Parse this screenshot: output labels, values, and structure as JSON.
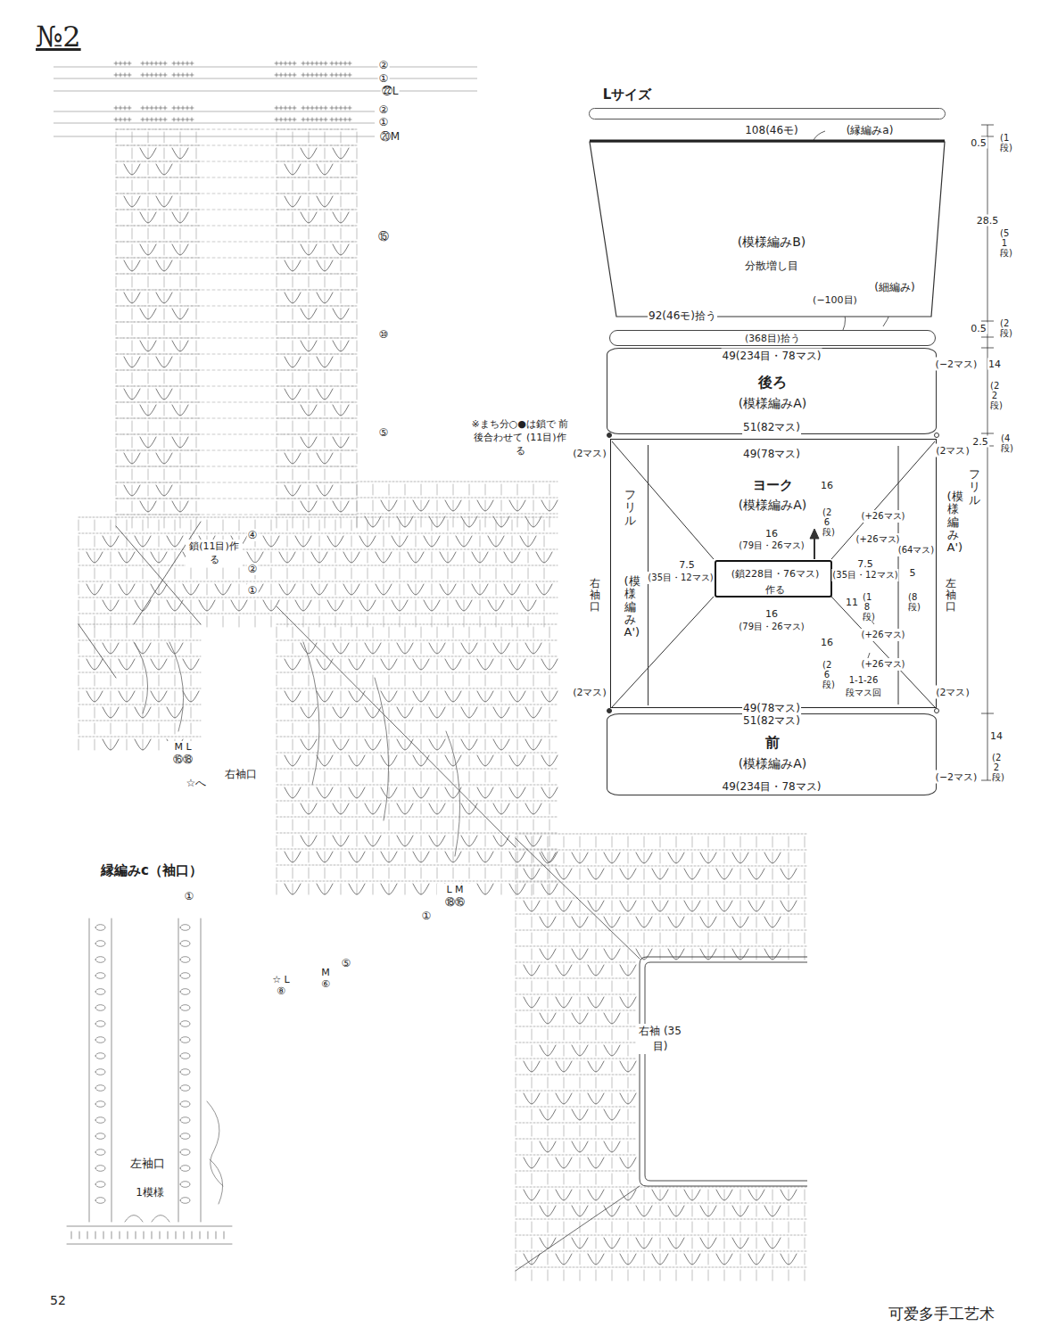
{
  "diagram": {
    "title": "№2",
    "nodes": [
      {
        "text": [
          "108(46モ)"
        ]
      },
      {
        "text": [
          "(模様編みB)",
          "分散増し目"
        ]
      },
      {
        "text": [
          "(368目)拾う"
        ]
      },
      {
        "text": [
          "後ろ",
          "(模様編みA)"
        ]
      },
      {
        "text": [
          "ヨーク",
          "(模様編みA)"
        ]
      },
      {
        "text": [
          "(鎖228目・76マス)",
          "作る"
        ],
        "in": 4
      },
      {
        "text": [
          "フリル",
          "(模様編みA')"
        ],
        "in": 4
      },
      {
        "text": [
          "フリル",
          "(模様編みA')"
        ]
      },
      {
        "text": [
          "前",
          "(模様編みA)"
        ]
      }
    ],
    "labels": [
      "Lサイズ",
      "(縁編みa)",
      "0.5",
      "(1段)",
      "28.5",
      "(51段)",
      "(細編み)",
      "(−100目)",
      "92(46モ)拾う",
      "0.5",
      "(2段)",
      "49(234目・78マス)",
      "(−2マス)",
      "14",
      "(22段)",
      "51(82マス)",
      "2.5",
      "(4段)",
      "(2マス)",
      "(2マス)",
      "49(78マス)",
      "16",
      "(26段)",
      "(+26マス)",
      "(+26マス)",
      "16",
      "(79目・26マス)",
      "7.5",
      "(35目・12マス)",
      "7.5",
      "(35目・12マス)",
      "(64マス)",
      "5",
      "(8段)",
      "11",
      "(18段)",
      "16",
      "(79目・26マス)",
      "(+26マス)",
      "16",
      "(26段)",
      "(+26マス)",
      "1-1-26",
      "段マス回",
      "右袖口",
      "左袖口",
      "(2マス)",
      "(2マス)",
      "49(78マス)",
      "51(82マス)",
      "49(234目・78マス)",
      "(−2マス)",
      "14",
      "(22段)",
      "②",
      "①",
      "㉒L",
      "②",
      "①",
      "⑳M",
      "⑮",
      "⑩",
      "⑤",
      "※まち分○●は鎖で 前後合わせて (11目)作る",
      "④",
      "鎖(11目)作る",
      "②",
      "①",
      "M L ⑯⑱",
      "☆へ",
      "右袖口",
      "L M ⑱⑯",
      "①",
      "⑤",
      "M ⑥",
      "☆ L ⑧",
      "右袖 (35目)",
      "縁編みc（袖口）",
      "①",
      "左袖口",
      "1模様",
      "52",
      "可爱多手工艺术"
    ]
  }
}
